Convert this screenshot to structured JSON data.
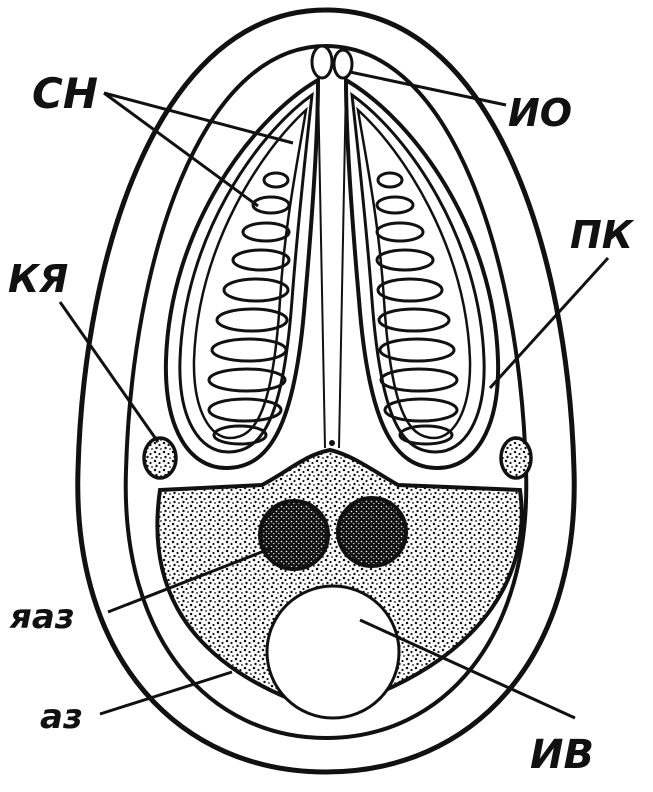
{
  "diagram": {
    "labels": {
      "sn": "СН",
      "io": "ИО",
      "pk": "ПК",
      "kya": "КЯ",
      "yaaz": "яаз",
      "az": "аз",
      "iv": "ИВ"
    }
  },
  "colors": {
    "ink": "#111111",
    "paper": "#ffffff",
    "background_text": "#c9c9c9"
  }
}
